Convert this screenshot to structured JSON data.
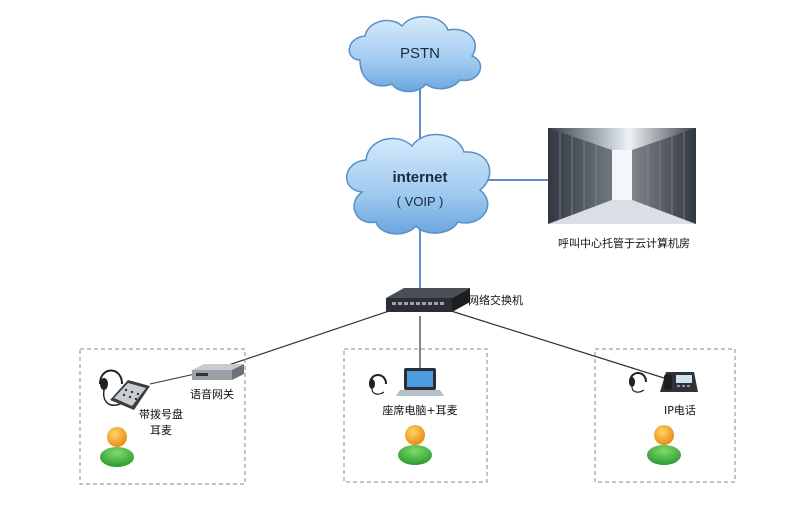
{
  "clouds": {
    "pstn": {
      "label": "PSTN"
    },
    "internet": {
      "label": "internet",
      "sublabel": "( VOIP )"
    }
  },
  "datacenter": {
    "label": "呼叫中心托管于云计算机房"
  },
  "switch": {
    "label": "网络交换机"
  },
  "zones": {
    "left": {
      "gateway_label": "语音网关",
      "phone_label_line1": "带拨号盘",
      "phone_label_line2": "耳麦"
    },
    "middle": {
      "label": "座席电脑+耳麦"
    },
    "right": {
      "label": "IP电话"
    }
  },
  "colors": {
    "cloud_fill": "#a8d0f0",
    "cloud_stroke": "#5a8fc8",
    "link_blue": "#5b8fc9",
    "link_dark": "#333333",
    "zone_border": "#888888",
    "person_head": "#f5a020",
    "person_body": "#3cb043"
  }
}
